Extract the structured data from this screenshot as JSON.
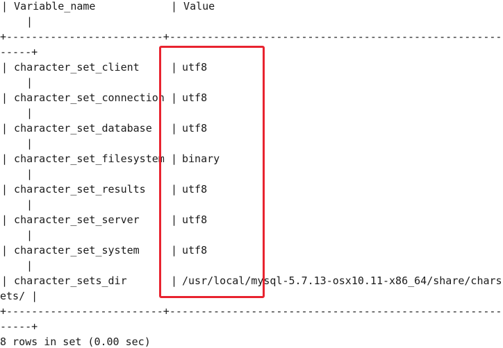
{
  "table": {
    "header_col1": "| Variable_name",
    "header_sep": "| Value",
    "header_wrap": "|",
    "border_top": "+-------------------------+--------------------------------------------------------",
    "border_top_wrap": "-----+",
    "rows": [
      {
        "name": "| character_set_client",
        "sep": "|",
        "value": "utf8",
        "wrap": "|"
      },
      {
        "name": "| character_set_connection",
        "sep": "|",
        "value": "utf8",
        "wrap": "|"
      },
      {
        "name": "| character_set_database",
        "sep": "|",
        "value": "utf8",
        "wrap": "|"
      },
      {
        "name": "| character_set_filesystem",
        "sep": "|",
        "value": "binary",
        "wrap": "|"
      },
      {
        "name": "| character_set_results",
        "sep": "|",
        "value": "utf8",
        "wrap": "|"
      },
      {
        "name": "| character_set_server",
        "sep": "|",
        "value": "utf8",
        "wrap": "|"
      },
      {
        "name": "| character_set_system",
        "sep": "|",
        "value": "utf8",
        "wrap": "|"
      },
      {
        "name": "| character_sets_dir",
        "sep": "|",
        "value": "/usr/local/mysql-5.7.13-osx10.11-x86_64/share/chars",
        "wrap": "ets/ |"
      }
    ],
    "border_bottom": "+-------------------------+--------------------------------------------------------",
    "border_bottom_wrap": "-----+",
    "footer": "8 rows in set (0.00 sec)"
  },
  "highlight_color": "#e8232f"
}
